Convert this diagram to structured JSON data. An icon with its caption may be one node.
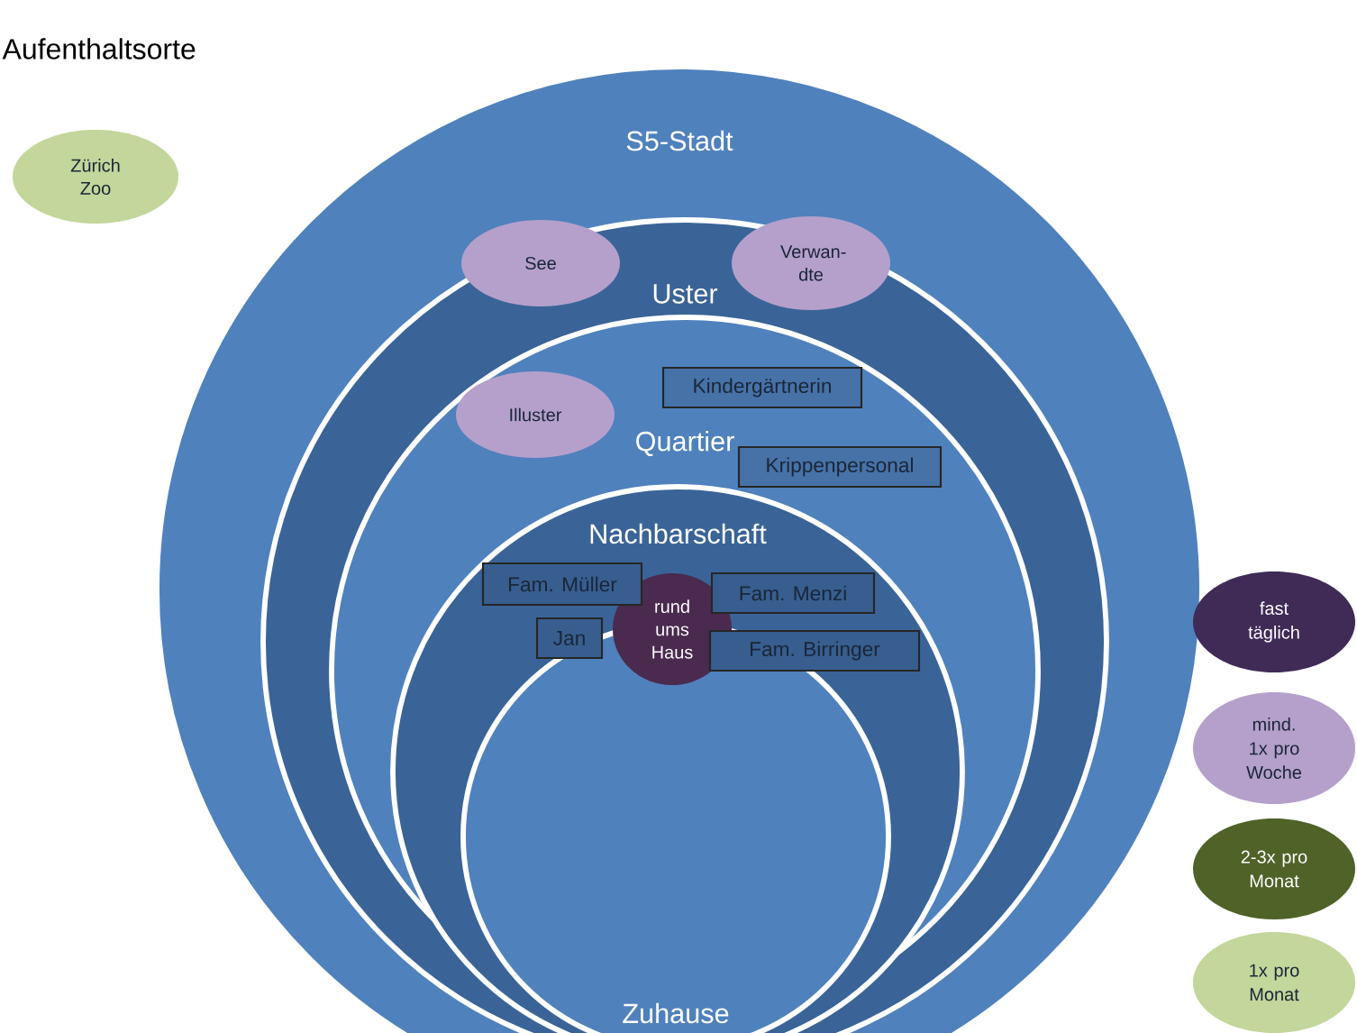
{
  "diagram": {
    "title": "Aufenthaltsorte",
    "nodes": [
      {
        "text": [
          "S5-Stadt"
        ]
      },
      {
        "text": [
          "Zürich Zoo"
        ]
      },
      {
        "text": [
          "Uster"
        ],
        "in": 0
      },
      {
        "text": [
          "See"
        ],
        "in": 2
      },
      {
        "text": [
          "Verwan-dte"
        ],
        "in": 2
      },
      {
        "text": [
          "Quartier"
        ],
        "in": 2
      },
      {
        "text": [
          "Illuster"
        ],
        "in": 5
      },
      {
        "text": [
          "Kindergärtnerin"
        ],
        "in": 5
      },
      {
        "text": [
          "Krippenpersonal"
        ],
        "in": 5
      },
      {
        "text": [
          "Nachbarschaft"
        ],
        "in": 5
      },
      {
        "text": [
          "Fam. Müller"
        ],
        "in": 9
      },
      {
        "text": [
          "Jan"
        ],
        "in": 9
      },
      {
        "text": [
          "rund ums Haus"
        ],
        "in": 9
      },
      {
        "text": [
          "Fam. Menzi"
        ],
        "in": 9
      },
      {
        "text": [
          "Fam. Birringer"
        ],
        "in": 9
      },
      {
        "text": [
          "Zuhause"
        ],
        "in": 9
      }
    ],
    "legend": [
      {
        "text": "fast täglich",
        "color": "#3f2b56"
      },
      {
        "text": "mind. 1x pro Woche",
        "color": "#b5a0cc"
      },
      {
        "text": "2-3x pro Monat",
        "color": "#4f6228"
      },
      {
        "text": "1x pro Monat",
        "color": "#c3d69b"
      }
    ]
  }
}
